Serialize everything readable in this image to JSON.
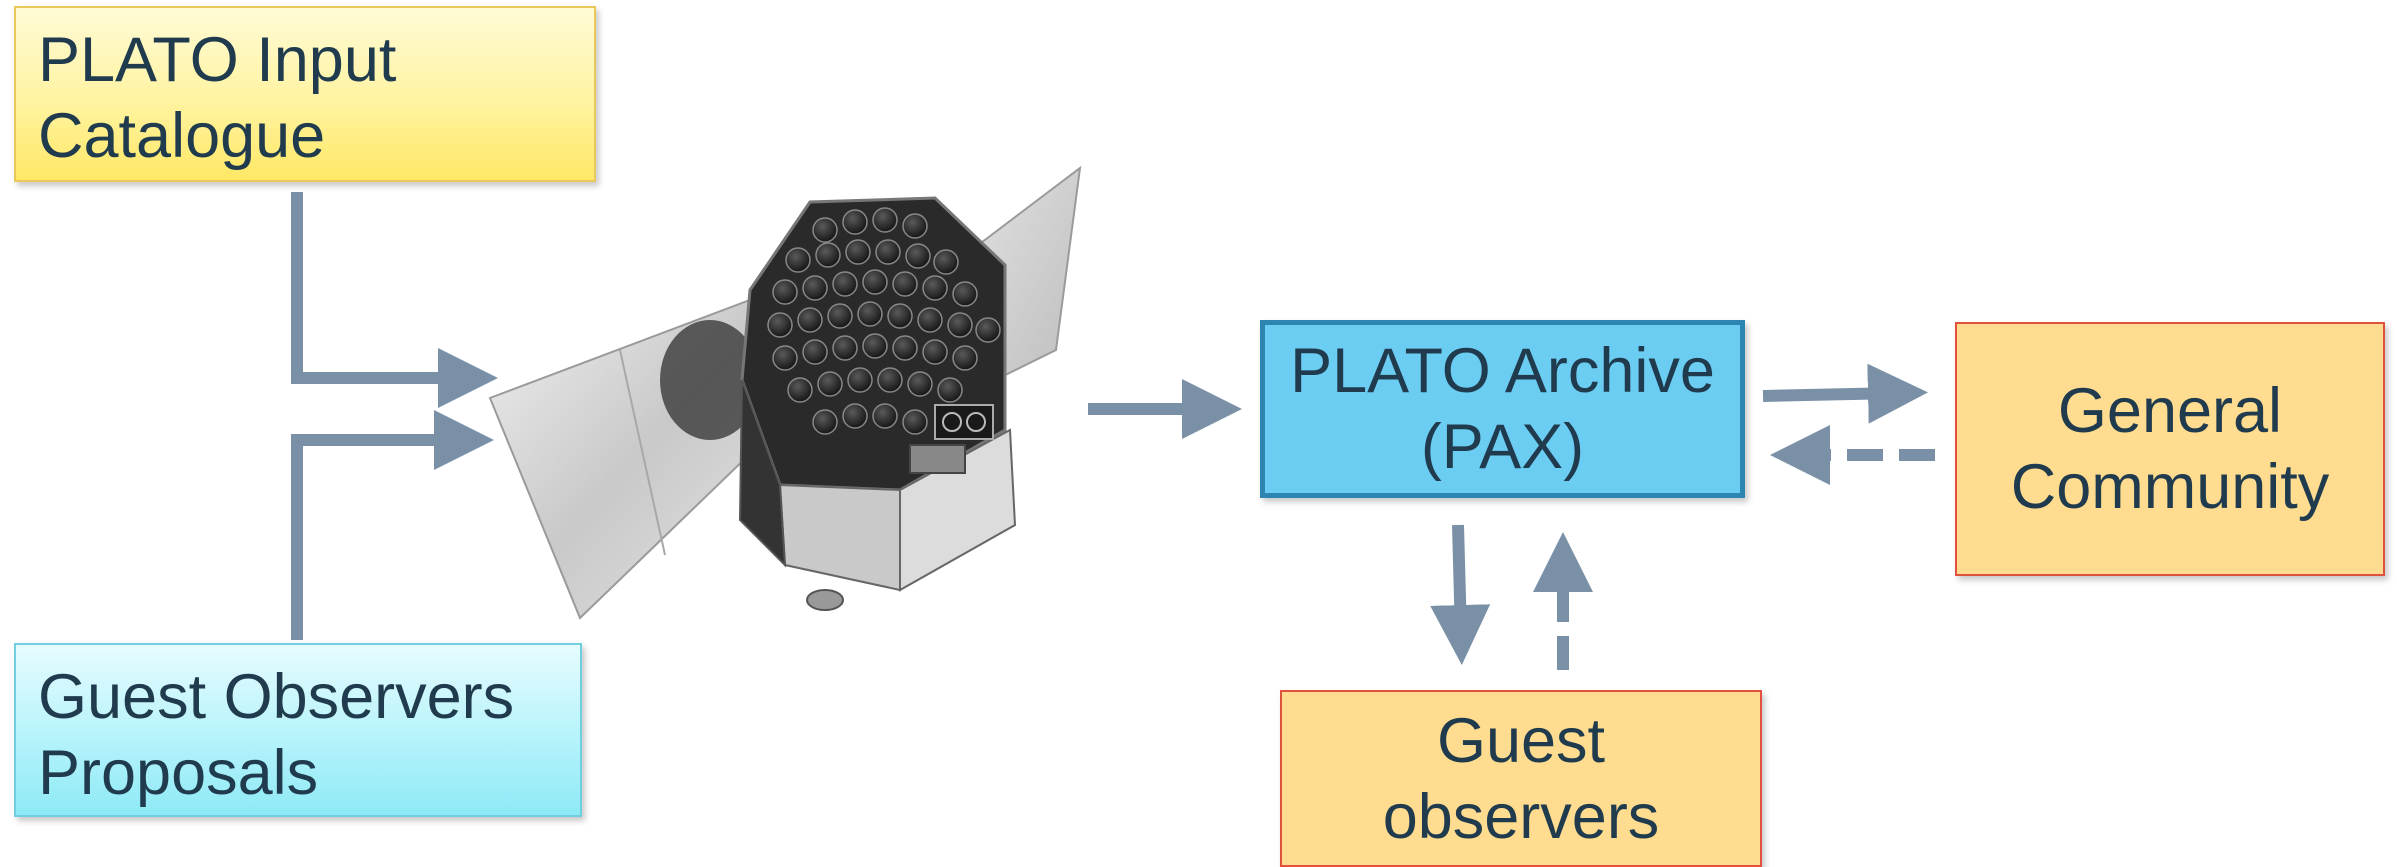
{
  "boxes": {
    "plato_input_catalogue": {
      "lines": [
        "PLATO Input",
        "Catalogue"
      ]
    },
    "guest_observers_proposals": {
      "lines": [
        "Guest Observers",
        "Proposals"
      ]
    },
    "plato_archive": {
      "lines": [
        "PLATO Archive",
        "(PAX)"
      ]
    },
    "general_community": {
      "lines": [
        "General",
        "Community"
      ]
    },
    "guest_observers": {
      "lines": [
        "Guest",
        "observers"
      ]
    }
  },
  "colors": {
    "arrow": "#7a90a6",
    "text": "#1f3b4d",
    "pax_fill": "#6ccdf3",
    "pax_border": "#2d85b2",
    "community_fill": "#ffdc8f",
    "community_border": "#e0523e",
    "catalogue_fill": "#fff3a0",
    "proposals_fill": "#b6f3fb"
  }
}
